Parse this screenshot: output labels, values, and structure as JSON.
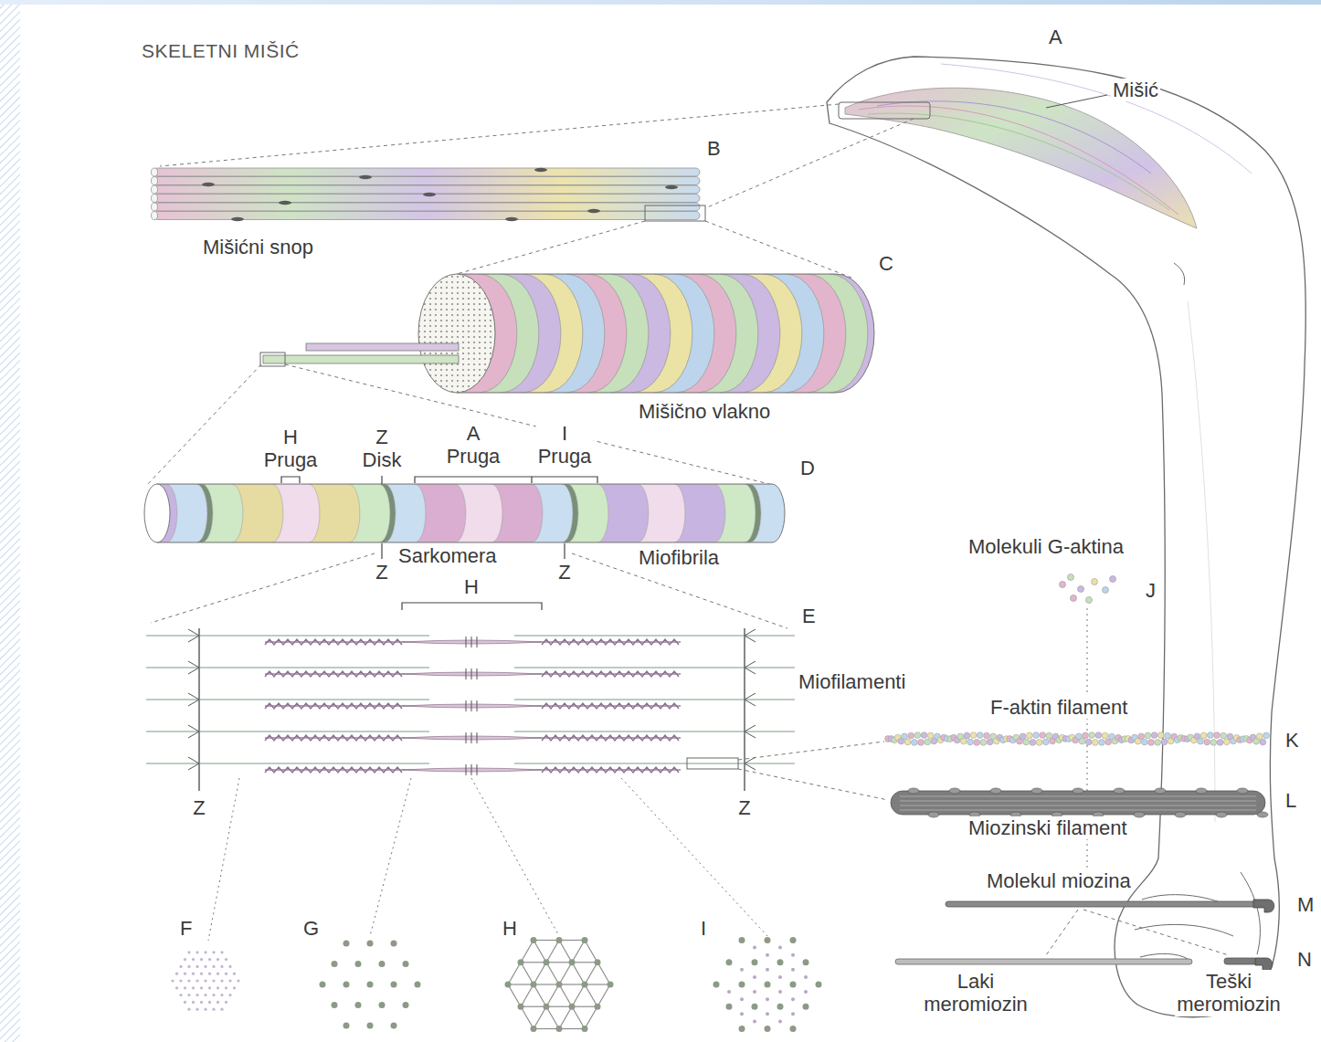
{
  "diagram": {
    "title": "SKELETNI MIŠIĆ",
    "labels": [
      "A",
      "Mišić",
      "B",
      "Mišićni snop",
      "C",
      "Mišično vlakno",
      "H Pruga",
      "Z Disk",
      "A Pruga",
      "I Pruga",
      "D",
      "Sarkomera",
      "Miofibrila",
      "Z",
      "Z",
      "H",
      "E",
      "Miofilamenti",
      "Z",
      "Z",
      "F",
      "G",
      "H",
      "I",
      "Molekuli G-aktina",
      "J",
      "F-aktin filament",
      "K",
      "L",
      "Miozinski filament",
      "Molekul miozina",
      "M",
      "N",
      "Laki meromiozin",
      "Teški meromiozin"
    ]
  }
}
